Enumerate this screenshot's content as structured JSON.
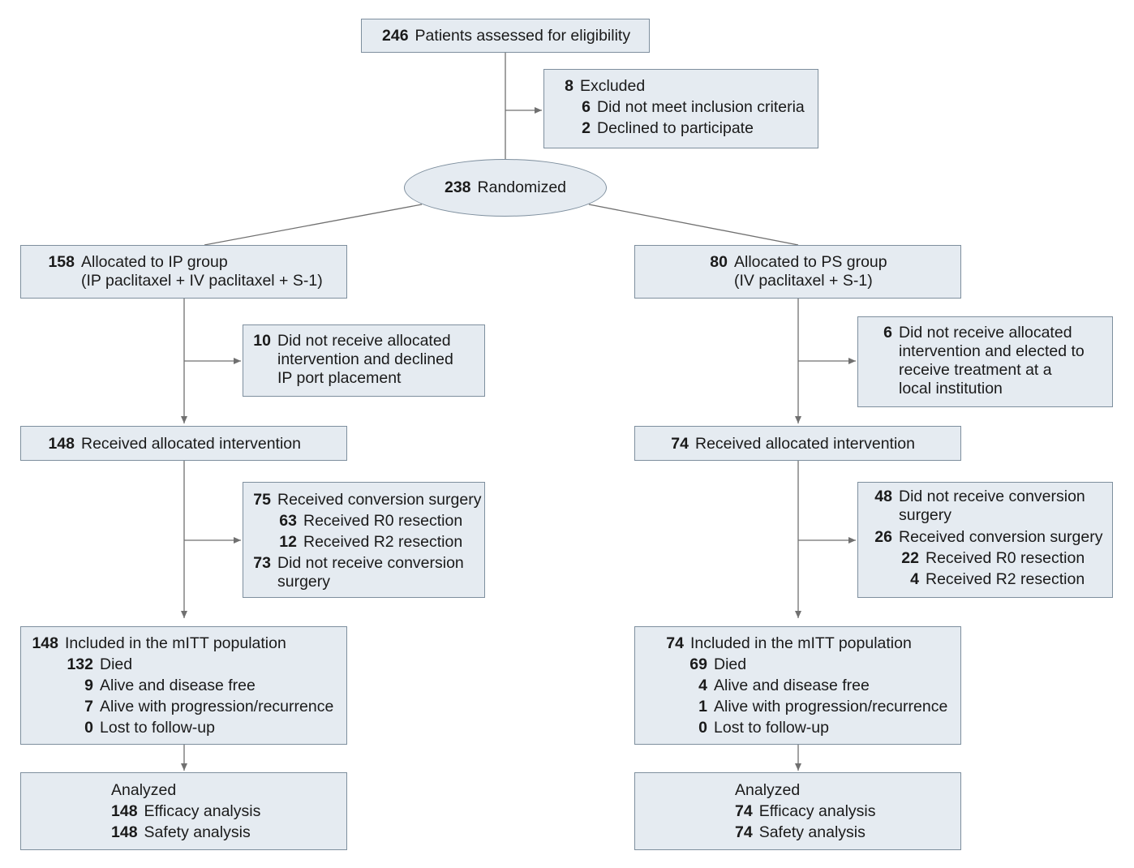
{
  "screening": {
    "count": "246",
    "label": "Patients assessed for eligibility"
  },
  "excluded": {
    "count": "8",
    "label": "Excluded",
    "reasons": [
      {
        "count": "6",
        "label": "Did not meet inclusion criteria"
      },
      {
        "count": "2",
        "label": "Declined to participate"
      }
    ]
  },
  "randomized": {
    "count": "238",
    "label": "Randomized"
  },
  "ip": {
    "allocated": {
      "count": "158",
      "label": "Allocated to IP group",
      "sublabel": "(IP paclitaxel + IV paclitaxel + S-1)"
    },
    "not_received": {
      "count": "10",
      "lines": [
        "Did not receive allocated",
        "intervention and declined",
        "IP port placement"
      ]
    },
    "received": {
      "count": "148",
      "label": "Received allocated intervention"
    },
    "surgery": {
      "received": {
        "count": "75",
        "label": "Received conversion surgery"
      },
      "r0": {
        "count": "63",
        "label": "Received R0 resection"
      },
      "r2": {
        "count": "12",
        "label": "Received R2 resection"
      },
      "not_received": {
        "count": "73",
        "lines": [
          "Did not receive conversion",
          "surgery"
        ]
      }
    },
    "mitt": {
      "count": "148",
      "label": "Included in the mITT population",
      "died": {
        "count": "132",
        "label": "Died"
      },
      "sub": [
        {
          "count": "9",
          "label": "Alive and disease free"
        },
        {
          "count": "7",
          "label": "Alive with progression/recurrence"
        },
        {
          "count": "0",
          "label": "Lost to follow-up"
        }
      ]
    },
    "analyzed": {
      "label": "Analyzed",
      "efficacy": {
        "count": "148",
        "label": "Efficacy analysis"
      },
      "safety": {
        "count": "148",
        "label": "Safety analysis"
      }
    }
  },
  "ps": {
    "allocated": {
      "count": "80",
      "label": "Allocated to PS group",
      "sublabel": "(IV paclitaxel + S-1)"
    },
    "not_received": {
      "count": "6",
      "lines": [
        "Did not receive allocated",
        "intervention and elected to",
        "receive treatment at a",
        "local institution"
      ]
    },
    "received": {
      "count": "74",
      "label": "Received allocated intervention"
    },
    "surgery": {
      "not_received": {
        "count": "48",
        "lines": [
          "Did not receive conversion",
          "surgery"
        ]
      },
      "received": {
        "count": "26",
        "label": "Received conversion surgery"
      },
      "r0": {
        "count": "22",
        "label": "Received R0 resection"
      },
      "r2": {
        "count": "4",
        "label": "Received R2 resection"
      }
    },
    "mitt": {
      "count": "74",
      "label": "Included in the mITT population",
      "died": {
        "count": "69",
        "label": "Died"
      },
      "sub": [
        {
          "count": "4",
          "label": "Alive and disease free"
        },
        {
          "count": "1",
          "label": "Alive with progression/recurrence"
        },
        {
          "count": "0",
          "label": "Lost to follow-up"
        }
      ]
    },
    "analyzed": {
      "label": "Analyzed",
      "efficacy": {
        "count": "74",
        "label": "Efficacy analysis"
      },
      "safety": {
        "count": "74",
        "label": "Safety analysis"
      }
    }
  }
}
